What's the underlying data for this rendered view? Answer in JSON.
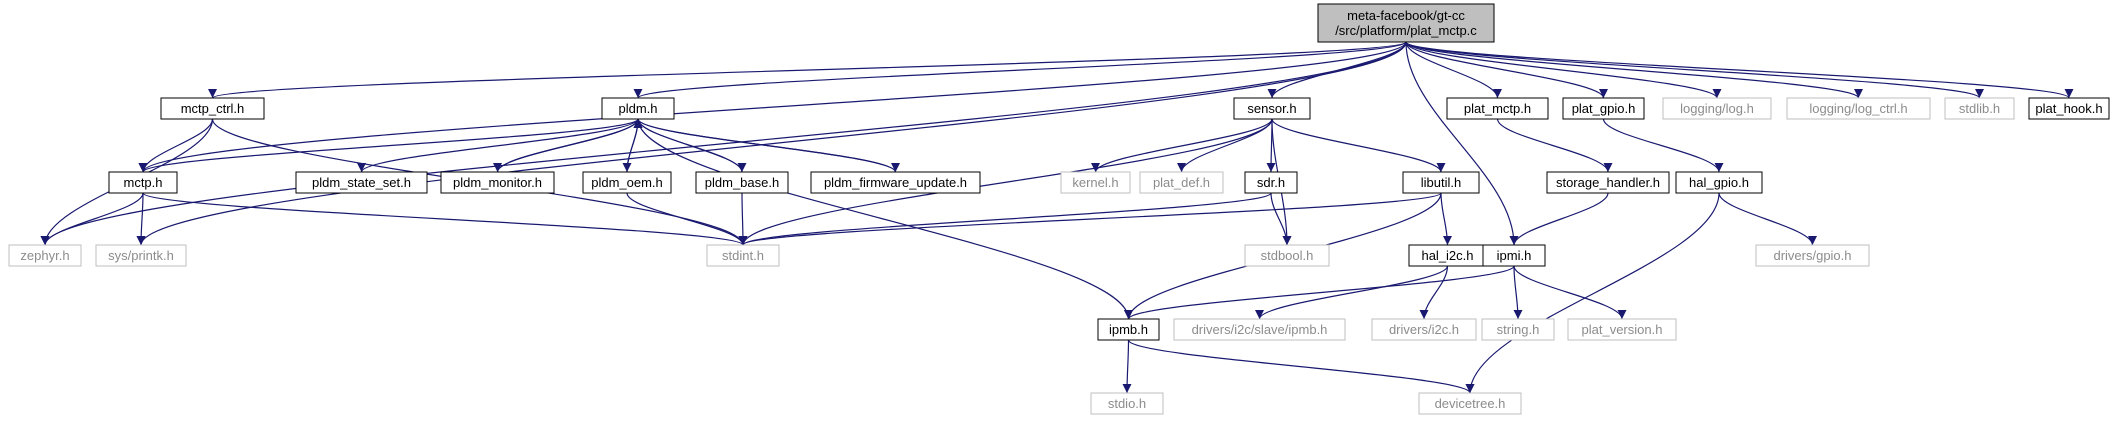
{
  "colors": {
    "edge": "#191970",
    "main_fill": "#bfbfbf",
    "border": "#000000",
    "external_border": "#bfbfbf",
    "external_text": "#8c8c8c"
  },
  "nodes": [
    {
      "id": "root",
      "label": "meta-facebook/gt-cc\n/src/platform/plat_mctp.c",
      "kind": "main"
    },
    {
      "id": "mctp_ctrl",
      "label": "mctp_ctrl.h",
      "kind": "normal"
    },
    {
      "id": "pldm",
      "label": "pldm.h",
      "kind": "normal"
    },
    {
      "id": "sensor",
      "label": "sensor.h",
      "kind": "normal"
    },
    {
      "id": "plat_mctp",
      "label": "plat_mctp.h",
      "kind": "normal"
    },
    {
      "id": "plat_gpio",
      "label": "plat_gpio.h",
      "kind": "normal"
    },
    {
      "id": "log",
      "label": "logging/log.h",
      "kind": "external"
    },
    {
      "id": "log_ctrl",
      "label": "logging/log_ctrl.h",
      "kind": "external"
    },
    {
      "id": "stdlib",
      "label": "stdlib.h",
      "kind": "external"
    },
    {
      "id": "plat_hook",
      "label": "plat_hook.h",
      "kind": "normal"
    },
    {
      "id": "mctp",
      "label": "mctp.h",
      "kind": "normal"
    },
    {
      "id": "pldm_state_set",
      "label": "pldm_state_set.h",
      "kind": "normal"
    },
    {
      "id": "pldm_monitor",
      "label": "pldm_monitor.h",
      "kind": "normal"
    },
    {
      "id": "pldm_oem",
      "label": "pldm_oem.h",
      "kind": "normal"
    },
    {
      "id": "pldm_base",
      "label": "pldm_base.h",
      "kind": "normal"
    },
    {
      "id": "pldm_fw",
      "label": "pldm_firmware_update.h",
      "kind": "normal"
    },
    {
      "id": "kernel",
      "label": "kernel.h",
      "kind": "external"
    },
    {
      "id": "plat_def",
      "label": "plat_def.h",
      "kind": "external"
    },
    {
      "id": "sdr",
      "label": "sdr.h",
      "kind": "normal"
    },
    {
      "id": "libutil",
      "label": "libutil.h",
      "kind": "normal"
    },
    {
      "id": "storage",
      "label": "storage_handler.h",
      "kind": "normal"
    },
    {
      "id": "hal_gpio",
      "label": "hal_gpio.h",
      "kind": "normal"
    },
    {
      "id": "zephyr",
      "label": "zephyr.h",
      "kind": "external"
    },
    {
      "id": "printk",
      "label": "sys/printk.h",
      "kind": "external"
    },
    {
      "id": "stdint",
      "label": "stdint.h",
      "kind": "external"
    },
    {
      "id": "stdbool",
      "label": "stdbool.h",
      "kind": "external"
    },
    {
      "id": "hal_i2c",
      "label": "hal_i2c.h",
      "kind": "normal"
    },
    {
      "id": "ipmi",
      "label": "ipmi.h",
      "kind": "normal"
    },
    {
      "id": "drivers_gpio",
      "label": "drivers/gpio.h",
      "kind": "external"
    },
    {
      "id": "ipmb",
      "label": "ipmb.h",
      "kind": "normal"
    },
    {
      "id": "i2c_slave_ipmb",
      "label": "drivers/i2c/slave/ipmb.h",
      "kind": "external"
    },
    {
      "id": "drivers_i2c",
      "label": "drivers/i2c.h",
      "kind": "external"
    },
    {
      "id": "string",
      "label": "string.h",
      "kind": "external"
    },
    {
      "id": "plat_version",
      "label": "plat_version.h",
      "kind": "external"
    },
    {
      "id": "stdio",
      "label": "stdio.h",
      "kind": "external"
    },
    {
      "id": "devicetree",
      "label": "devicetree.h",
      "kind": "external"
    }
  ],
  "edges": [
    [
      "root",
      "mctp_ctrl"
    ],
    [
      "root",
      "pldm"
    ],
    [
      "root",
      "sensor"
    ],
    [
      "root",
      "plat_mctp"
    ],
    [
      "root",
      "plat_gpio"
    ],
    [
      "root",
      "log"
    ],
    [
      "root",
      "log_ctrl"
    ],
    [
      "root",
      "stdlib"
    ],
    [
      "root",
      "plat_hook"
    ],
    [
      "root",
      "mctp"
    ],
    [
      "root",
      "zephyr"
    ],
    [
      "root",
      "printk"
    ],
    [
      "root",
      "ipmi"
    ],
    [
      "mctp_ctrl",
      "mctp"
    ],
    [
      "mctp_ctrl",
      "zephyr"
    ],
    [
      "mctp_ctrl",
      "stdint"
    ],
    [
      "pldm",
      "mctp"
    ],
    [
      "pldm",
      "pldm_state_set"
    ],
    [
      "pldm",
      "pldm_monitor"
    ],
    [
      "pldm",
      "pldm_oem"
    ],
    [
      "pldm",
      "pldm_base"
    ],
    [
      "pldm",
      "pldm_fw"
    ],
    [
      "pldm",
      "ipmb"
    ],
    [
      "pldm_monitor",
      "pldm"
    ],
    [
      "pldm_oem",
      "pldm"
    ],
    [
      "pldm_base",
      "pldm"
    ],
    [
      "pldm_fw",
      "pldm"
    ],
    [
      "pldm_oem",
      "stdint"
    ],
    [
      "pldm_base",
      "stdint"
    ],
    [
      "mctp",
      "zephyr"
    ],
    [
      "mctp",
      "printk"
    ],
    [
      "mctp",
      "stdint"
    ],
    [
      "sensor",
      "kernel"
    ],
    [
      "sensor",
      "plat_def"
    ],
    [
      "sensor",
      "sdr"
    ],
    [
      "sensor",
      "libutil"
    ],
    [
      "sensor",
      "stdint"
    ],
    [
      "sensor",
      "stdbool"
    ],
    [
      "sdr",
      "stdint"
    ],
    [
      "sdr",
      "stdbool"
    ],
    [
      "libutil",
      "stdint"
    ],
    [
      "libutil",
      "hal_i2c"
    ],
    [
      "libutil",
      "ipmb"
    ],
    [
      "hal_i2c",
      "i2c_slave_ipmb"
    ],
    [
      "hal_i2c",
      "drivers_i2c"
    ],
    [
      "plat_mctp",
      "storage"
    ],
    [
      "storage",
      "ipmi"
    ],
    [
      "plat_gpio",
      "hal_gpio"
    ],
    [
      "hal_gpio",
      "drivers_gpio"
    ],
    [
      "hal_gpio",
      "devicetree"
    ],
    [
      "ipmi",
      "ipmb"
    ],
    [
      "ipmi",
      "string"
    ],
    [
      "ipmi",
      "plat_version"
    ],
    [
      "ipmb",
      "stdio"
    ],
    [
      "ipmb",
      "devicetree"
    ]
  ]
}
